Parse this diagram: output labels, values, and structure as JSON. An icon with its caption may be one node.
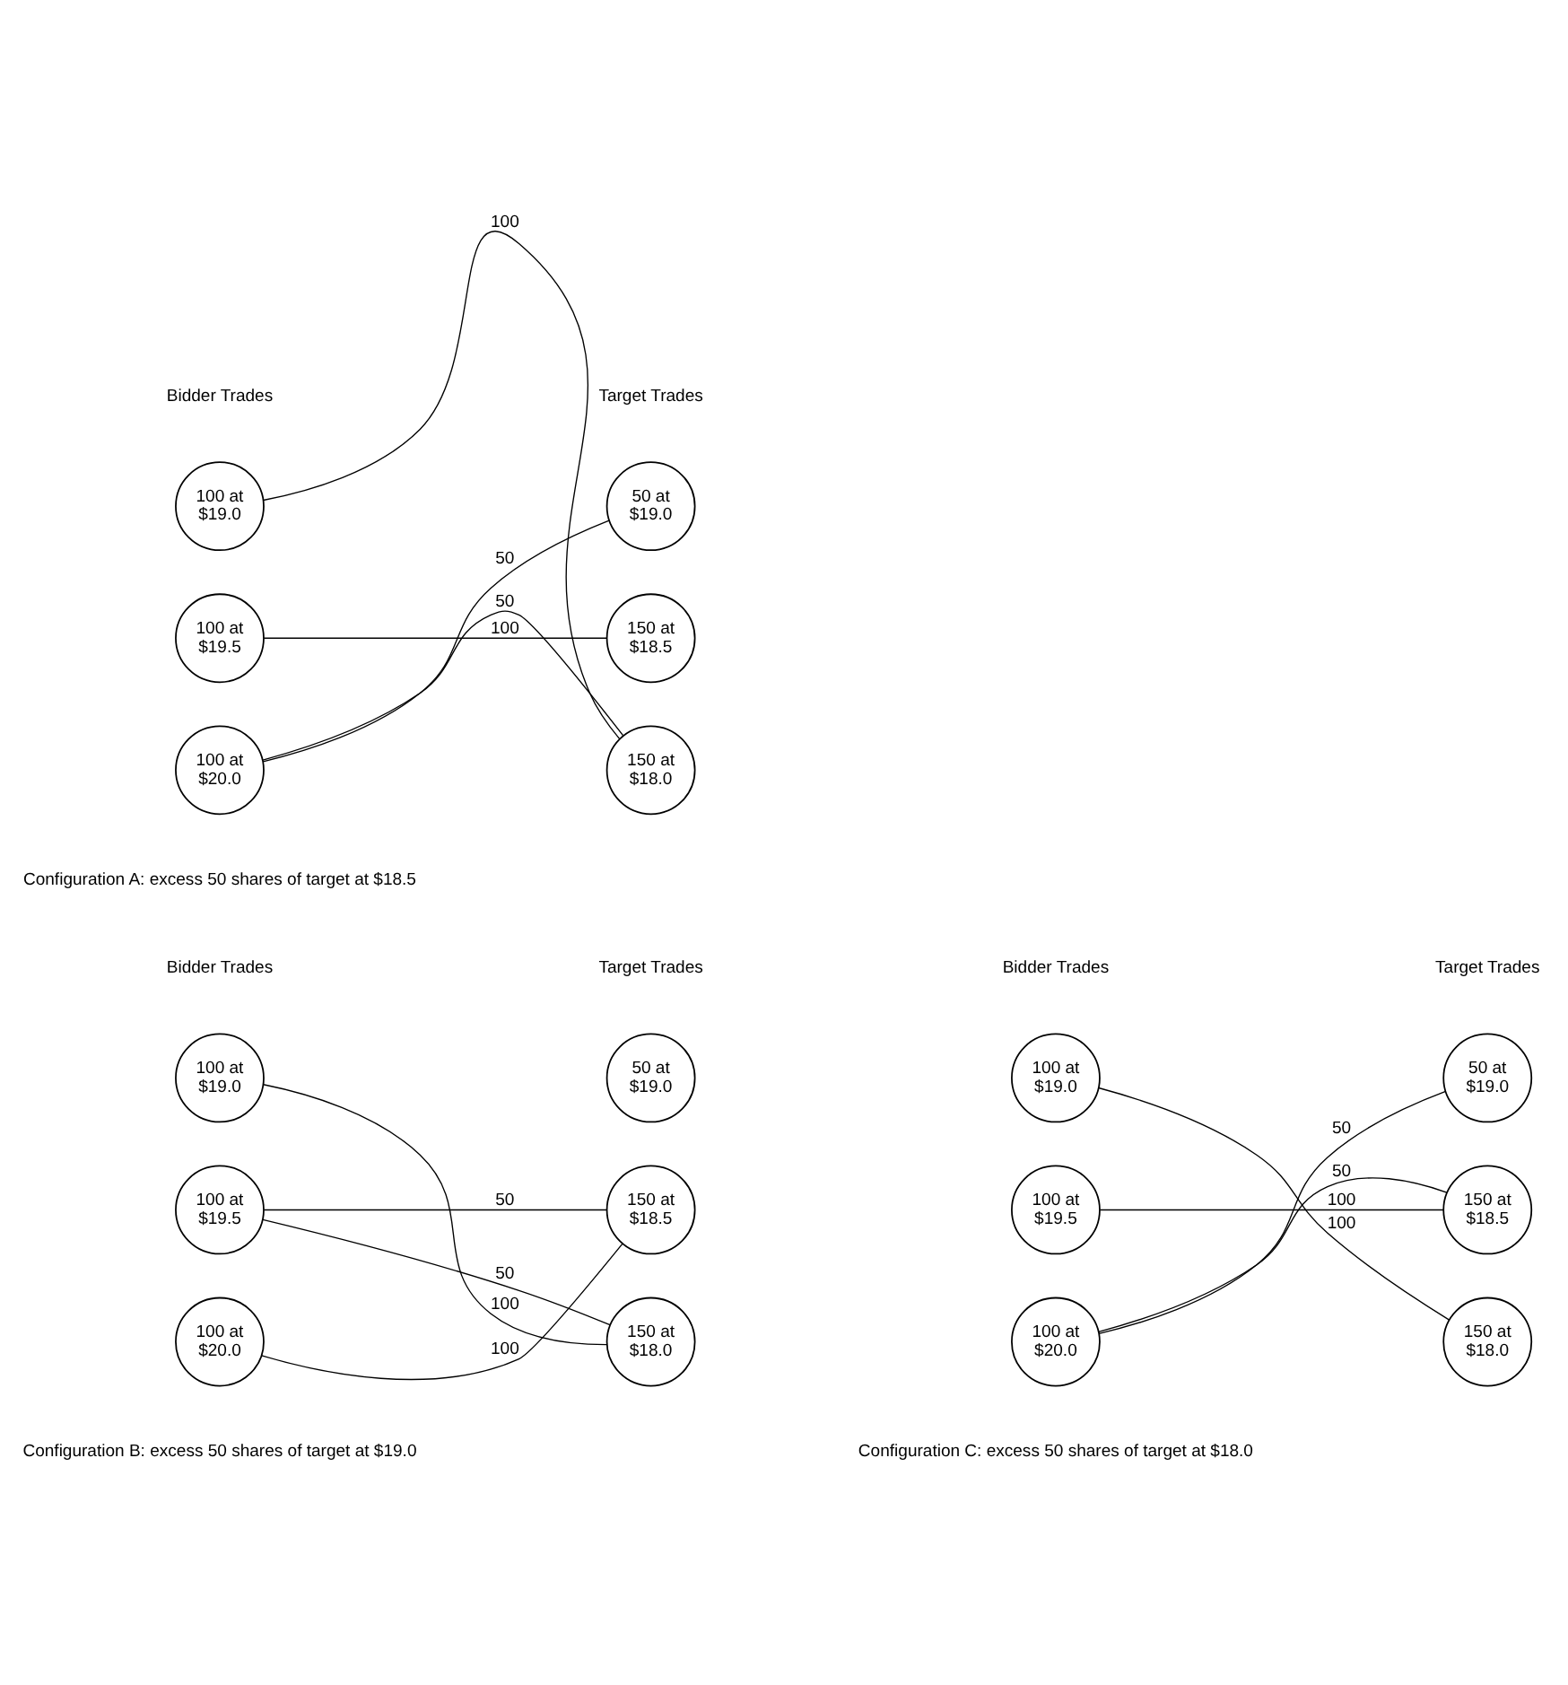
{
  "diagram": {
    "nodes": [
      {
        "text": [
          "100 at $19.0"
        ]
      },
      {
        "text": [
          "50 at $19.0"
        ]
      },
      {
        "text": [
          "100 at $19.5"
        ]
      },
      {
        "text": [
          "150 at $18.5"
        ]
      },
      {
        "text": [
          "100 at $20.0"
        ]
      },
      {
        "text": [
          "150 at $18.0"
        ]
      },
      {
        "text": [
          "100 at $19.0"
        ]
      },
      {
        "text": [
          "50 at $19.0"
        ]
      },
      {
        "text": [
          "100 at $19.5"
        ]
      },
      {
        "text": [
          "150 at $18.5"
        ]
      },
      {
        "text": [
          "100 at $20.0"
        ]
      },
      {
        "text": [
          "150 at $18.0"
        ]
      },
      {
        "text": [
          "100 at $19.0"
        ]
      },
      {
        "text": [
          "50 at $19.0"
        ]
      },
      {
        "text": [
          "100 at $19.5"
        ]
      },
      {
        "text": [
          "150 at $18.5"
        ]
      },
      {
        "text": [
          "100 at $20.0"
        ]
      },
      {
        "text": [
          "150 at $18.0"
        ]
      }
    ],
    "edges": [
      {
        "from": 0,
        "to": 5,
        "arrow": "none",
        "label": "100"
      },
      {
        "from": 4,
        "to": 1,
        "arrow": "none",
        "label": "50"
      },
      {
        "from": 2,
        "to": 3,
        "arrow": "none",
        "label": "100"
      },
      {
        "from": 4,
        "to": 5,
        "arrow": "none",
        "label": "50"
      },
      {
        "from": 6,
        "to": 11,
        "arrow": "none",
        "label": "100"
      },
      {
        "from": 8,
        "to": 9,
        "arrow": "none",
        "label": "50"
      },
      {
        "from": 8,
        "to": 11,
        "arrow": "none",
        "label": "50"
      },
      {
        "from": 10,
        "to": 9,
        "arrow": "none",
        "label": "100"
      },
      {
        "from": 12,
        "to": 17,
        "arrow": "none",
        "label": "100"
      },
      {
        "from": 16,
        "to": 13,
        "arrow": "none",
        "label": "50"
      },
      {
        "from": 14,
        "to": 15,
        "arrow": "none",
        "label": "100"
      },
      {
        "from": 16,
        "to": 15,
        "arrow": "none",
        "label": "50"
      }
    ],
    "labels": [
      "Bidder Trades",
      "Target Trades",
      "Configuration A: excess 50 shares of target at $18.5",
      "Bidder Trades",
      "Target Trades",
      "Bidder Trades",
      "Target Trades",
      "Configuration B: excess 50 shares of target at $19.0",
      "Configuration C: excess 50 shares of target at $18.0"
    ]
  }
}
